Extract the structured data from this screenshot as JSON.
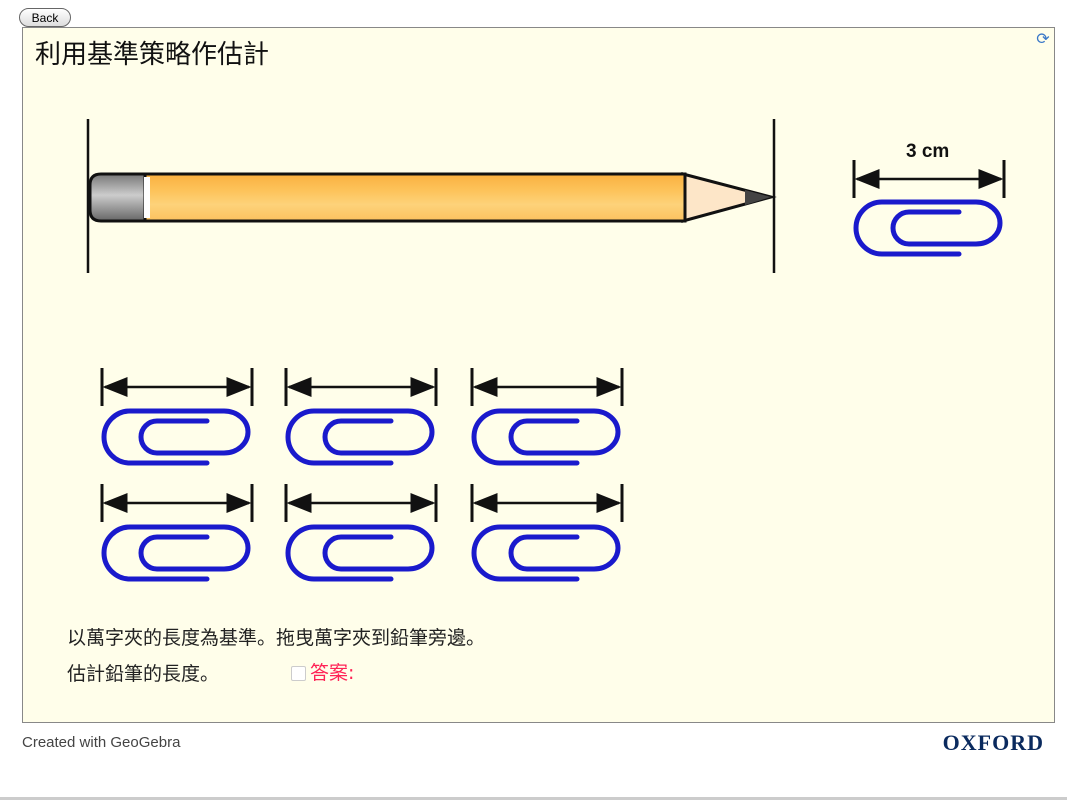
{
  "back_label": "Back",
  "title": "利用基準策略作估計",
  "reference_label": "3 cm",
  "instructions": [
    "以萬字夾的長度為基準。拖曳萬字夾到鉛筆旁邊。",
    "估計鉛筆的長度。"
  ],
  "answer_label": "答案:",
  "answer_checked": false,
  "footer": "Created with GeoGebra",
  "brand": "OXFORD",
  "colors": {
    "clip": "#1a1acc",
    "panel": "#fffeea",
    "answer": "#ff2255"
  }
}
